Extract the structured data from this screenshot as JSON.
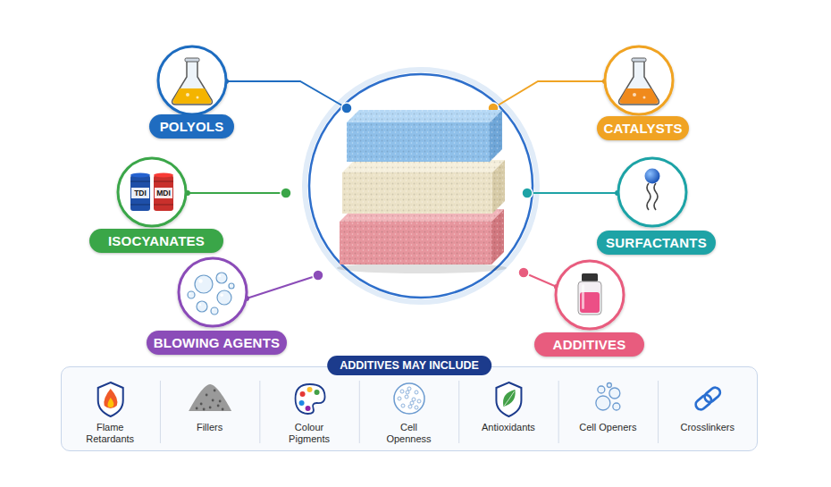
{
  "diagram": {
    "nodes": [
      {
        "text": [
          "POLYOLS"
        ]
      },
      {
        "text": [
          "CATALYSTS"
        ]
      },
      {
        "text": [
          "ISOCYANATES"
        ]
      },
      {
        "text": [
          "SURFACTANTS"
        ]
      },
      {
        "text": [
          "BLOWING AGENTS"
        ]
      },
      {
        "text": [
          "ADDITIVES"
        ]
      },
      {
        "text": [
          "ADDITIVES MAY INCLUDE"
        ]
      },
      {
        "text": [
          "Flame Retardants"
        ],
        "in": 6
      },
      {
        "text": [
          "Fillers"
        ],
        "in": 6
      },
      {
        "text": [
          "Colour Pigments"
        ],
        "in": 6
      },
      {
        "text": [
          "Cell Openness"
        ],
        "in": 6
      },
      {
        "text": [
          "Antioxidants"
        ],
        "in": 6
      },
      {
        "text": [
          "Cell Openers"
        ],
        "in": 6
      },
      {
        "text": [
          "Crosslinkers"
        ],
        "in": 6
      }
    ],
    "labels": [
      "TDI",
      "MDI"
    ]
  }
}
